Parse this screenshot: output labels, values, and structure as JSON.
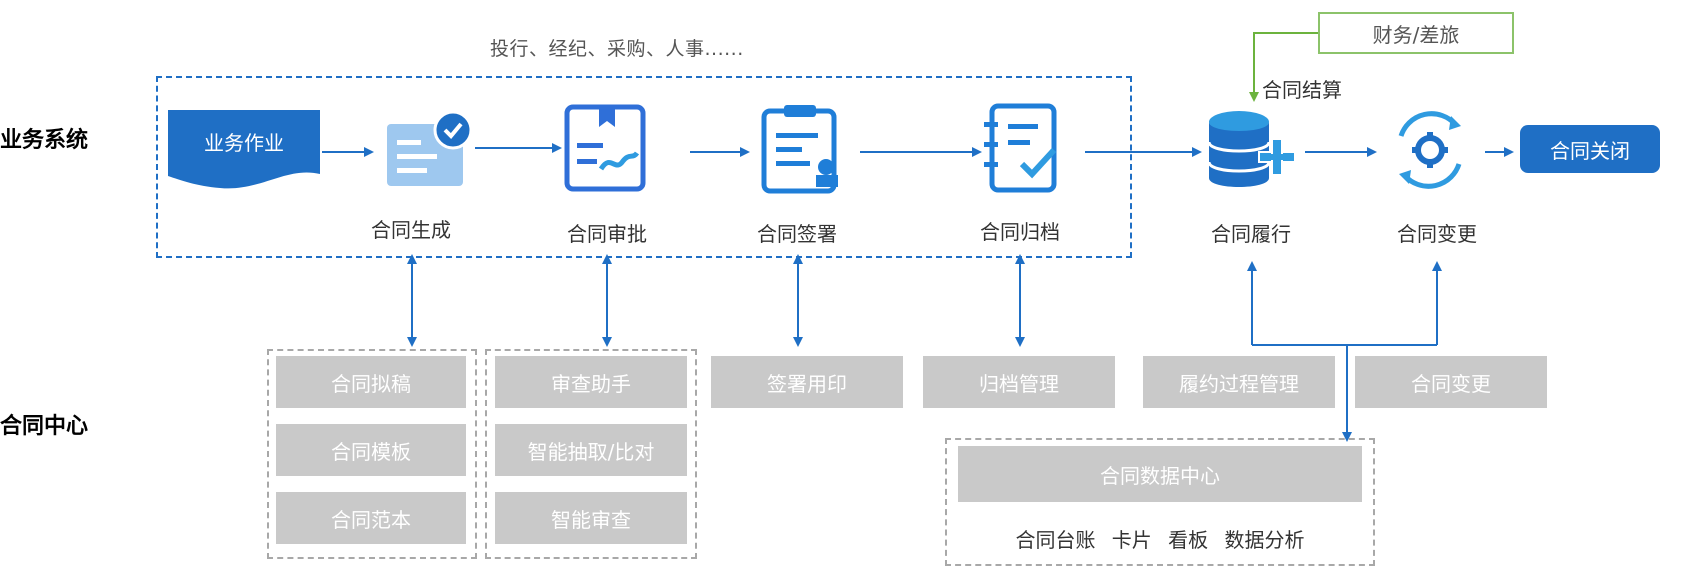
{
  "rows": {
    "business_system": "业务系统",
    "contract_center": "合同中心"
  },
  "top_note": "投行、经纪、采购、人事......",
  "doc_shape_label": "业务作业",
  "steps": {
    "generate": "合同生成",
    "approve": "合同审批",
    "sign": "合同签署",
    "archive": "合同归档",
    "perform": "合同履行",
    "change": "合同变更"
  },
  "settlement_label": "合同结算",
  "finance_box": "财务/差旅",
  "close_box": "合同关闭",
  "center_boxes": {
    "drafting": "合同拟稿",
    "template": "合同模板",
    "sample": "合同范本",
    "review_assistant": "审查助手",
    "smart_extract": "智能抽取/比对",
    "smart_review": "智能审查",
    "seal": "签署用印",
    "archive_mgmt": "归档管理",
    "process_mgmt": "履约过程管理",
    "change": "合同变更"
  },
  "data_center": {
    "title": "合同数据中心",
    "ledger": "合同台账 卡片 看板 数据分析"
  },
  "colors": {
    "primary_blue": "#1f6fc5",
    "light_blue": "#2f9be0",
    "gray_box": "#c9c9c9",
    "green": "#6cb33e"
  }
}
